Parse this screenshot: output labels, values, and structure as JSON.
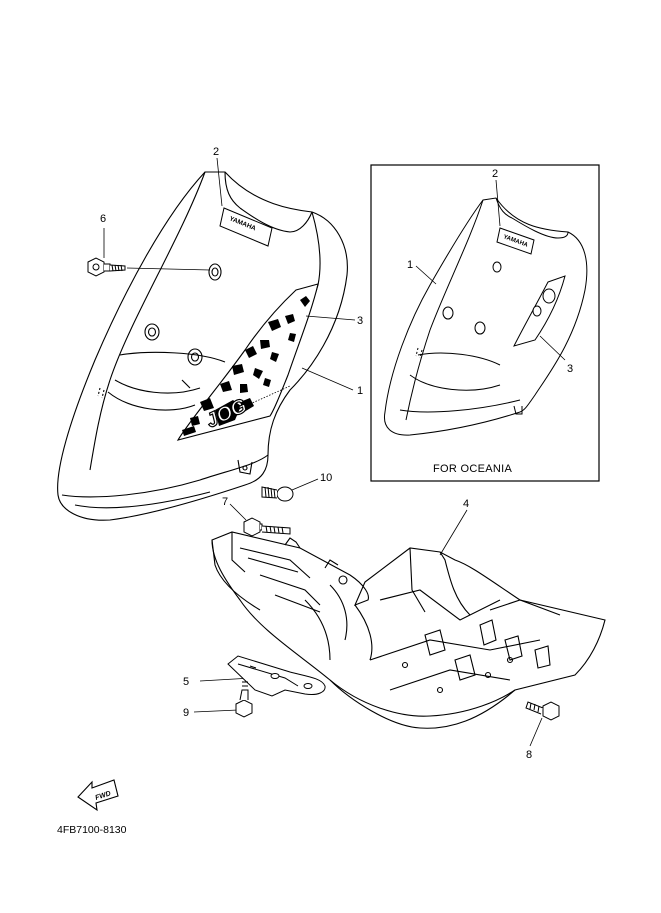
{
  "callouts": {
    "main_2": "2",
    "main_6": "6",
    "main_3": "3",
    "main_1": "1",
    "main_10": "10",
    "main_7": "7",
    "main_4": "4",
    "main_5": "5",
    "main_9": "9",
    "main_8": "8",
    "inset_2": "2",
    "inset_1": "1",
    "inset_3": "3"
  },
  "inset_label": "FOR OCEANIA",
  "diagram_code": "4FB7100-8130",
  "fwd_label": "FWD",
  "emblem_text": "YAMAHA",
  "decal_text": "JOG"
}
